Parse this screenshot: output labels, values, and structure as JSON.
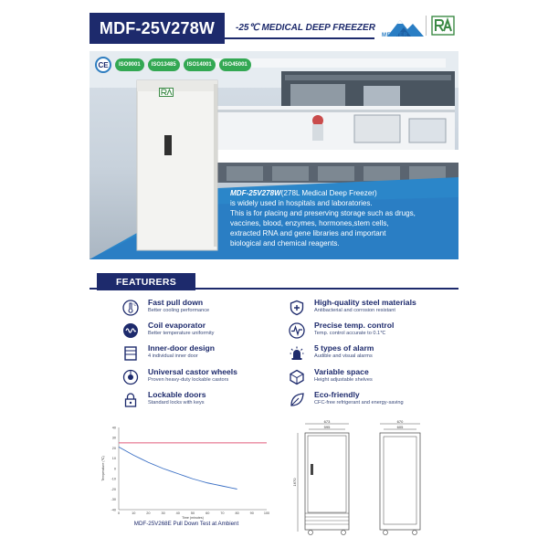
{
  "header": {
    "model": "MDF-25V278W",
    "subtitle": "-25℃ MEDICAL DEEP FREEZER",
    "brand_name": "METHER",
    "brand_color": "#2a7ec4",
    "accent": "#1d2a6c"
  },
  "certifications": [
    "CE",
    "ISO9001",
    "ISO13485",
    "ISO14001",
    "ISO45001"
  ],
  "description": {
    "model": "MDF-25V278W",
    "lines": [
      "(278L Medical Deep Freezer)",
      "is widely used in hospitals and laboratories.",
      "This is  for placing and preserving storage such as drugs,",
      "vaccines, blood, enzymes, hormones,stem cells,",
      "extracted RNA and gene libraries and important",
      "biological and chemical reagents."
    ]
  },
  "features_title": "FEATURERS",
  "features": [
    {
      "icon": "thermometer-fast-icon",
      "title": "Fast pull down",
      "sub": "Better cooling performance"
    },
    {
      "icon": "shield-plus-icon",
      "title": "High-quality steel materials",
      "sub": "Antibacterial and corrosion resistant"
    },
    {
      "icon": "coil-icon",
      "title": "Coil evaporator",
      "sub": "Better temperature uniformity"
    },
    {
      "icon": "pulse-icon",
      "title": "Precise temp. control",
      "sub": "Temp. control  accurate to 0.1℃"
    },
    {
      "icon": "door-icon",
      "title": "Inner-door design",
      "sub": "4 individual inner door"
    },
    {
      "icon": "alarm-icon",
      "title": "5 types of alarm",
      "sub": "Audible and visual alarms"
    },
    {
      "icon": "castor-icon",
      "title": "Universal castor wheels",
      "sub": "Proven heavy-duty lockable castors"
    },
    {
      "icon": "shelf-icon",
      "title": "Variable space",
      "sub": "Height adjustable shelves"
    },
    {
      "icon": "lock-icon",
      "title": "Lockable doors",
      "sub": "Standard locks with keys"
    },
    {
      "icon": "leaf-icon",
      "title": "Eco-friendly",
      "sub": "CFC-free refrigerant and energy-saving"
    }
  ],
  "chart_data": {
    "type": "line",
    "title": "",
    "xlabel": "Time (minutes)",
    "ylabel": "Temperature (℃)",
    "xlim": [
      0,
      100
    ],
    "ylim": [
      -40,
      40
    ],
    "xticks": [
      0,
      10,
      20,
      30,
      40,
      50,
      60,
      70,
      80,
      90,
      100
    ],
    "yticks": [
      40,
      30,
      20,
      10,
      0,
      -10,
      -20,
      -30,
      -40
    ],
    "grid": false,
    "series": [
      {
        "color": "#e05a7a",
        "x": [
          0,
          100
        ],
        "y": [
          25,
          25
        ]
      },
      {
        "color": "#3a6fc4",
        "x": [
          0,
          10,
          20,
          30,
          40,
          50,
          60,
          70,
          80
        ],
        "y": [
          21,
          13,
          6,
          0,
          -5,
          -10,
          -14,
          -17,
          -20
        ]
      }
    ]
  },
  "chart_caption": "MDF-25V268E Pull Down Test at Ambient",
  "dimensions": {
    "front_width_outer": "673",
    "front_width_inner": "595",
    "side_depth_outer": "670",
    "side_depth_inner": "605",
    "height": "1670"
  }
}
